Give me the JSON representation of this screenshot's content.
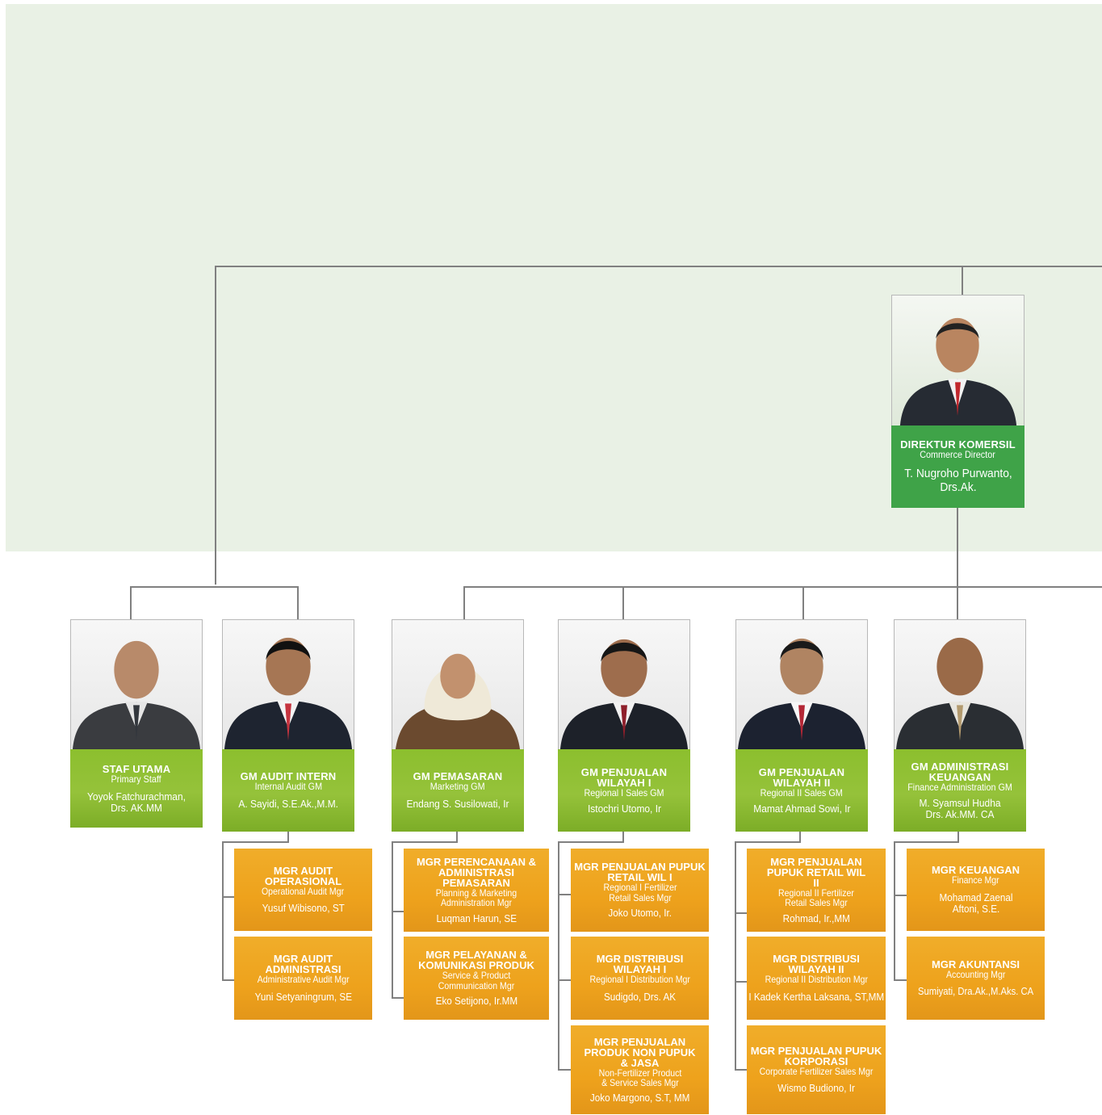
{
  "director": {
    "title": "DIREKTUR KOMERSIL",
    "subtitle": "Commerce Director",
    "name": "T. Nugroho Purwanto, Drs.Ak."
  },
  "gm_cards": [
    {
      "title": "STAF UTAMA",
      "subtitle": "Primary Staff",
      "name": "Yoyok Fatchurachman, Drs. AK.MM"
    },
    {
      "title": "GM AUDIT INTERN",
      "subtitle": "Internal Audit  GM",
      "name": "A. Sayidi, S.E.Ak.,M.M."
    },
    {
      "title": "GM PEMASARAN",
      "subtitle": "Marketing GM",
      "name": "Endang S. Susilowati, Ir"
    },
    {
      "title": "GM PENJUALAN WILAYAH I",
      "subtitle": "Regional I Sales GM",
      "name": "Istochri Utomo, Ir"
    },
    {
      "title": "GM PENJUALAN WILAYAH II",
      "subtitle": "Regional II Sales GM",
      "name": "Mamat Ahmad Sowi, Ir"
    },
    {
      "title": "GM ADMINISTRASI KEUANGAN",
      "subtitle": "Finance Administration GM",
      "name": "M. Syamsul Hudha Drs. Ak.MM. CA"
    }
  ],
  "managers": [
    {
      "title": "MGR AUDIT OPERASIONAL",
      "subtitle": "Operational Audit Mgr",
      "name": "Yusuf Wibisono, ST"
    },
    {
      "title": "MGR AUDIT ADMINISTRASI",
      "subtitle": "Administrative Audit Mgr",
      "name": "Yuni Setyaningrum, SE"
    },
    {
      "title": "MGR PERENCANAAN & ADMINISTRASI PEMASARAN",
      "subtitle": "Planning & Marketing Administration Mgr",
      "name": "Luqman Harun, SE"
    },
    {
      "title": "MGR PELAYANAN & KOMUNIKASI PRODUK",
      "subtitle": "Service & Product Communication Mgr",
      "name": "Eko Setijono, Ir.MM"
    },
    {
      "title": "MGR PENJUALAN PUPUK RETAIL WIL I",
      "subtitle": "Regional I Fertilizer Retail Sales Mgr",
      "name": "Joko Utomo, Ir."
    },
    {
      "title": "MGR DISTRIBUSI WILAYAH I",
      "subtitle": "Regional I Distribution Mgr",
      "name": "Sudigdo, Drs. AK"
    },
    {
      "title": "MGR PENJUALAN PRODUK NON PUPUK & JASA",
      "subtitle": "Non-Fertilizer Product & Service Sales Mgr",
      "name": "Joko Margono, S.T, MM"
    },
    {
      "title": "MGR PENJUALAN PUPUK RETAIL WIL II",
      "subtitle": "Regional II Fertilizer Retail Sales Mgr",
      "name": "Rohmad, Ir.,MM"
    },
    {
      "title": "MGR DISTRIBUSI WILAYAH II",
      "subtitle": "Regional II Distribution Mgr",
      "name": "I Kadek Kertha Laksana, ST,MM"
    },
    {
      "title": "MGR PENJUALAN PUPUK KORPORASI",
      "subtitle": "Corporate Fertilizer Sales Mgr",
      "name": "Wismo Budiono, Ir"
    },
    {
      "title": "MGR KEUANGAN",
      "subtitle": "Finance Mgr",
      "name": "Mohamad Zaenal Aftoni, S.E."
    },
    {
      "title": "MGR AKUNTANSI",
      "subtitle": "Accounting Mgr",
      "name": "Sumiyati, Dra.Ak.,M.Aks. CA"
    }
  ],
  "colors": {
    "background_panel": "#e9f1e5",
    "connector": "#808080",
    "gm_label": "#8cbf2e",
    "director_label": "#3fa348",
    "manager_box": "#eea21c"
  }
}
